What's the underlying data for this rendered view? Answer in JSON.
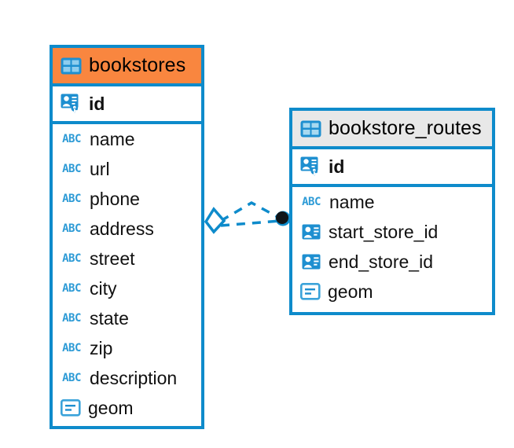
{
  "diagram": {
    "type": "entity-relationship-diagram",
    "background": "#ffffff",
    "colors": {
      "border": "#0e8bcb",
      "header_accent_primary": "#f9863f",
      "header_accent_secondary": "#e8e8e8",
      "icon_blue": "#1e8fd0",
      "abc_icon_blue": "#2e9bd6",
      "connector_line": "#0e8bcb",
      "connector_endpoint_fill": "#101418",
      "text": "#000000"
    }
  },
  "entities": [
    {
      "name": "bookstores",
      "header_icon": "table-icon",
      "header_accent": "#f9863f",
      "primary_key": {
        "label": "id",
        "icon": "primary-key-icon",
        "type": "key"
      },
      "attributes": [
        {
          "label": "name",
          "icon": "abc-text-icon",
          "type": "text"
        },
        {
          "label": "url",
          "icon": "abc-text-icon",
          "type": "text"
        },
        {
          "label": "phone",
          "icon": "abc-text-icon",
          "type": "text"
        },
        {
          "label": "address",
          "icon": "abc-text-icon",
          "type": "text"
        },
        {
          "label": "street",
          "icon": "abc-text-icon",
          "type": "text"
        },
        {
          "label": "city",
          "icon": "abc-text-icon",
          "type": "text"
        },
        {
          "label": "state",
          "icon": "abc-text-icon",
          "type": "text"
        },
        {
          "label": "zip",
          "icon": "abc-text-icon",
          "type": "text"
        },
        {
          "label": "description",
          "icon": "abc-text-icon",
          "type": "text"
        },
        {
          "label": "geom",
          "icon": "geometry-icon",
          "type": "geometry"
        }
      ]
    },
    {
      "name": "bookstore_routes",
      "header_icon": "table-icon",
      "header_accent": "#e8e8e8",
      "primary_key": {
        "label": "id",
        "icon": "primary-key-icon",
        "type": "key"
      },
      "attributes": [
        {
          "label": "name",
          "icon": "abc-text-icon",
          "type": "text"
        },
        {
          "label": "start_store_id",
          "icon": "foreign-key-icon",
          "type": "reference"
        },
        {
          "label": "end_store_id",
          "icon": "foreign-key-icon",
          "type": "reference"
        },
        {
          "label": "geom",
          "icon": "geometry-icon",
          "type": "geometry"
        }
      ]
    }
  ],
  "relationships": [
    {
      "from_entity": "bookstores",
      "from_attribute": "id",
      "to_entity": "bookstore_routes",
      "to_attribute": "start_store_id",
      "line_style": "dashed",
      "source_marker": "diamond",
      "target_marker": "filled-circle"
    },
    {
      "from_entity": "bookstores",
      "from_attribute": "id",
      "to_entity": "bookstore_routes",
      "to_attribute": "end_store_id",
      "line_style": "dashed",
      "source_marker": "diamond",
      "target_marker": "filled-circle"
    }
  ]
}
